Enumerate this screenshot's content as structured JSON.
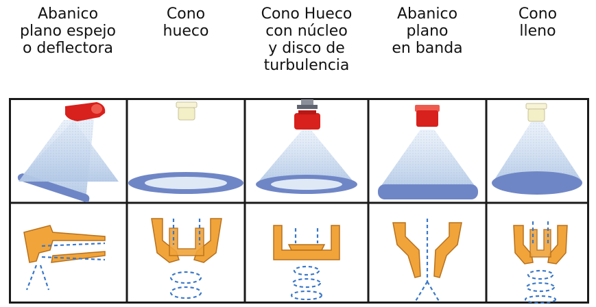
{
  "columns": [
    {
      "id": "abanico-espejo",
      "title_lines": [
        "Abanico",
        "plano espejo",
        "o deflectora"
      ]
    },
    {
      "id": "cono-hueco",
      "title_lines": [
        "Cono",
        "hueco"
      ]
    },
    {
      "id": "cono-hueco-nucleo",
      "title_lines": [
        "Cono Hueco",
        "con núcleo",
        "y disco de",
        "turbulencia"
      ]
    },
    {
      "id": "abanico-banda",
      "title_lines": [
        "Abanico",
        "plano",
        "en banda"
      ]
    },
    {
      "id": "cono-lleno",
      "title_lines": [
        "Cono",
        "lleno"
      ]
    }
  ],
  "colors": {
    "nozzle_red": "#d8201c",
    "nozzle_cream": "#f3efc6",
    "spray": "#b9cfe8",
    "footprint": "#6f86c6",
    "body_orange": "#f0a43a",
    "flow_dash": "#3a78c8",
    "grid_line": "#1a1a1a"
  },
  "icons": [
    "deflector-nozzle-icon",
    "hollow-cone-nozzle-icon",
    "core-disc-nozzle-icon",
    "even-flat-fan-nozzle-icon",
    "full-cone-nozzle-icon"
  ]
}
